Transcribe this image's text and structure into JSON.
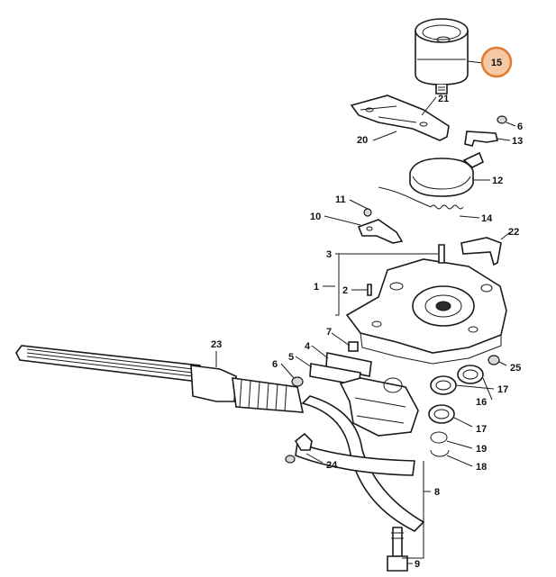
{
  "highlight": {
    "label": "15",
    "fill": "#f6c8a6",
    "stroke": "#e07b2f"
  },
  "callouts": [
    {
      "id": "c21",
      "label": "21"
    },
    {
      "id": "c6a",
      "label": "6"
    },
    {
      "id": "c13",
      "label": "13"
    },
    {
      "id": "c20",
      "label": "20"
    },
    {
      "id": "c12",
      "label": "12"
    },
    {
      "id": "c11",
      "label": "11"
    },
    {
      "id": "c10",
      "label": "10"
    },
    {
      "id": "c14",
      "label": "14"
    },
    {
      "id": "c22",
      "label": "22"
    },
    {
      "id": "c3",
      "label": "3"
    },
    {
      "id": "c1",
      "label": "1"
    },
    {
      "id": "c2",
      "label": "2"
    },
    {
      "id": "c23",
      "label": "23"
    },
    {
      "id": "c7",
      "label": "7"
    },
    {
      "id": "c4",
      "label": "4"
    },
    {
      "id": "c5",
      "label": "5"
    },
    {
      "id": "c6b",
      "label": "6"
    },
    {
      "id": "c25",
      "label": "25"
    },
    {
      "id": "c16",
      "label": "16"
    },
    {
      "id": "c17a",
      "label": "17"
    },
    {
      "id": "c17b",
      "label": "17"
    },
    {
      "id": "c19",
      "label": "19"
    },
    {
      "id": "c18",
      "label": "18"
    },
    {
      "id": "c24",
      "label": "24"
    },
    {
      "id": "c8",
      "label": "8"
    },
    {
      "id": "c9",
      "label": "9"
    }
  ]
}
